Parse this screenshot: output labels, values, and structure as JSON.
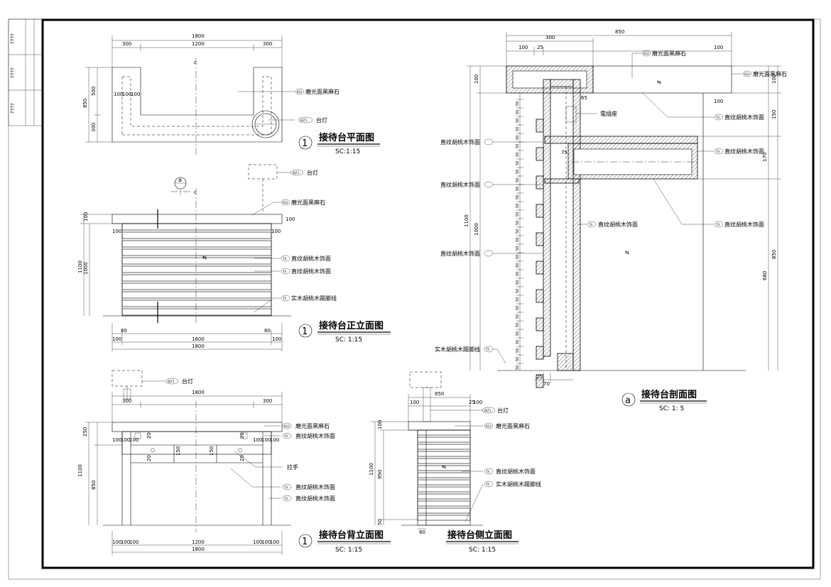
{
  "title_block": [
    "????",
    "????",
    "????"
  ],
  "plan": {
    "dims_top": [
      "1800",
      "300",
      "1200",
      "300"
    ],
    "dims_left": [
      "850",
      "500",
      "300"
    ],
    "dims_inner": [
      "100",
      "100",
      "100"
    ],
    "labels": [
      "磨光面黑麻石",
      "台灯"
    ],
    "tags": [
      "B12",
      "BLT1"
    ],
    "axis": "c",
    "title_no": "1",
    "title": "接待台平面图",
    "scale": "SC:1:15"
  },
  "front": {
    "section_mark": "a",
    "dims_left": [
      "100",
      "1100",
      "1000"
    ],
    "dims_bottom_row1": [
      "80",
      "80"
    ],
    "dims_bottom_row2": [
      "100",
      "1600",
      "100"
    ],
    "dims_bottom_total": "1800",
    "dims_side": [
      "100",
      "100",
      "100"
    ],
    "labels": [
      "台灯",
      "磨光面黑麻石",
      "直纹胡桃木饰面",
      "直纹胡桃木饰面",
      "实木胡桃木踢脚线"
    ],
    "tags": [
      "BLT1",
      "B12",
      "T4",
      "T4",
      "T5"
    ],
    "axis": "c",
    "title_no": "1",
    "title": "接待台正立面图",
    "scale": "SC: 1:15"
  },
  "back": {
    "dims_top": [
      "1800",
      "300",
      "300"
    ],
    "dims_left": [
      "250",
      "1100",
      "850"
    ],
    "dims_row": [
      "100",
      "100",
      "100",
      "100",
      "100",
      "100"
    ],
    "dims_inner": [
      "20",
      "20",
      "150",
      "20",
      "150",
      "20"
    ],
    "dims_bottom": [
      "100",
      "100",
      "100",
      "1200",
      "100",
      "100",
      "100"
    ],
    "dims_bottom_total": "1800",
    "labels": [
      "台灯",
      "磨光面黑麻石",
      "直纹胡桃木饰面",
      "拉手",
      "直纹胡桃木饰面",
      "直纹胡桃木饰面"
    ],
    "tags": [
      "BLT1",
      "B12",
      "T4",
      "T4",
      "T4"
    ],
    "axis": "c",
    "title_no": "1",
    "title": "接待台背立面图",
    "scale": "SC: 1:15"
  },
  "side": {
    "dims_top": [
      "850",
      "100",
      "25",
      "100"
    ],
    "dims_left": [
      "100",
      "1100",
      "950",
      "50"
    ],
    "dims_bottom": "80",
    "labels": [
      "台灯",
      "磨光面黑麻石",
      "直纹胡桃木饰面",
      "实木胡桃木踢脚线"
    ],
    "tags": [
      "BLT1",
      "B12",
      "T4",
      "T5"
    ],
    "title": "接待台侧立面图",
    "scale": "SC: 1:15"
  },
  "section": {
    "dims_top": [
      "850",
      "300",
      "100",
      "25",
      "100",
      "65",
      "100"
    ],
    "dims_left": [
      "100",
      "1100",
      "1000"
    ],
    "dims_slats": [
      "50",
      "50",
      "50",
      "50",
      "50",
      "50",
      "50",
      "50",
      "50",
      "50",
      "50",
      "50",
      "50",
      "50",
      "50",
      "50",
      "50",
      "50",
      "50",
      "50",
      "50",
      "50",
      "50",
      "50",
      "50",
      "50",
      "50",
      "50",
      "50",
      "50",
      "50",
      "50"
    ],
    "dims_right": [
      "100",
      "150",
      "170",
      "850",
      "680"
    ],
    "dims_bottom": [
      "25",
      "70"
    ],
    "dim_75": "75",
    "labels_right": [
      "磨光面黑麻石",
      "磨光面黑麻石",
      "電插座",
      "直纹胡桃木饰面",
      "直纹胡桃木饰面",
      "直纹胡桃木饰面",
      "直纹胡桃木饰面"
    ],
    "labels_left": [
      "直纹胡桃木饰面",
      "直纹胡桃木饰面",
      "直纹胡桃木饰面",
      "实木胡桃木踢脚线"
    ],
    "tags": [
      "B12",
      "T4",
      "T5"
    ],
    "title_no": "a",
    "title": "接待台剖面图",
    "scale": "SC: 1: 5"
  }
}
